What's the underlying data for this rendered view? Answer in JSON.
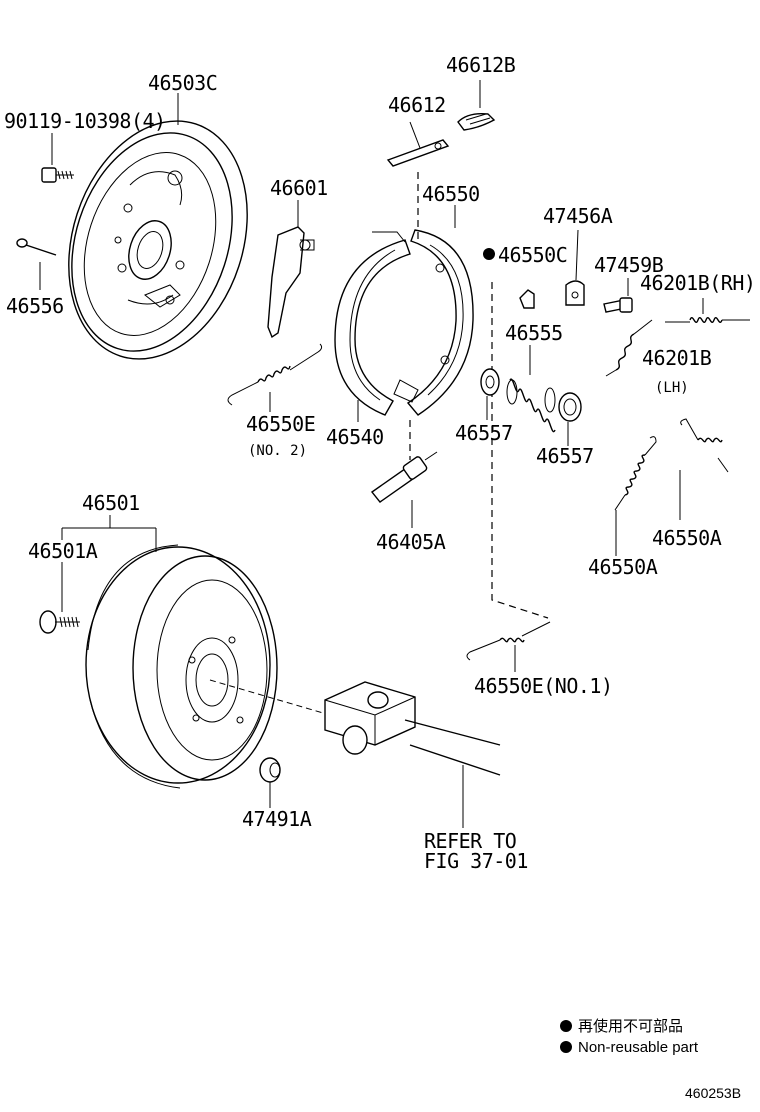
{
  "labels": {
    "p46503C": "46503C",
    "p90119": "90119-10398(4)",
    "p46556": "46556",
    "p46612B": "46612B",
    "p46612": "46612",
    "p46601": "46601",
    "p46550": "46550",
    "p46550C": "46550C",
    "p47456A": "47456A",
    "p47459B": "47459B",
    "p46201BRH": "46201B(RH)",
    "p46201BLH": "46201B",
    "lh": "(LH)",
    "p46555": "46555",
    "p46557a": "46557",
    "p46557b": "46557",
    "p46550E2": "46550E",
    "no2": "(NO. 2)",
    "p46540": "46540",
    "p46405A": "46405A",
    "p46550Aa": "46550A",
    "p46550Ab": "46550A",
    "p46501": "46501",
    "p46501A": "46501A",
    "p46550E1": "46550E(NO.1)",
    "p47491A": "47491A",
    "refer1": "REFER TO",
    "refer2": "FIG 37-01"
  },
  "legend": {
    "line1": "再使用不可部品",
    "line2": "Non-reusable part"
  },
  "figure_id": "460253B",
  "colors": {
    "ink": "#000000",
    "paper": "#ffffff"
  }
}
